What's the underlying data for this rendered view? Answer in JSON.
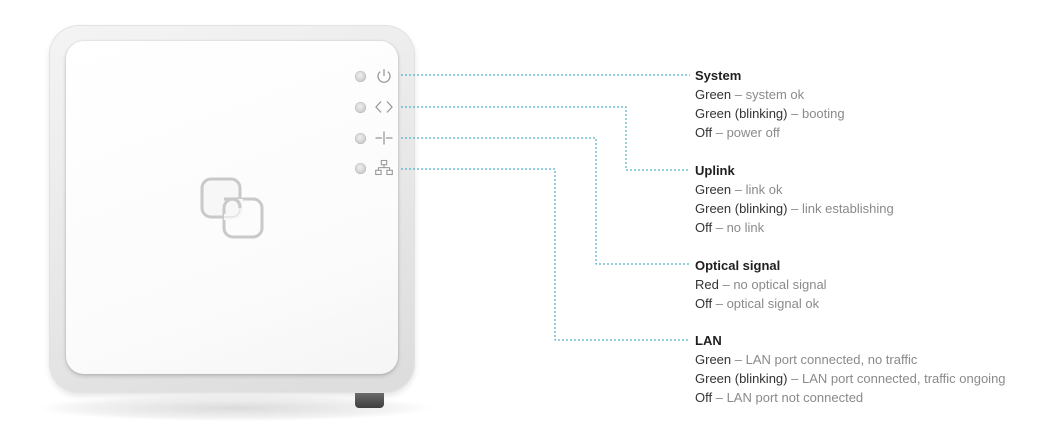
{
  "device": {
    "leds": [
      {
        "id": "system",
        "icon": "power-icon"
      },
      {
        "id": "uplink",
        "icon": "uplink-arrows-icon"
      },
      {
        "id": "optical",
        "icon": "optical-signal-icon"
      },
      {
        "id": "lan",
        "icon": "lan-network-icon"
      }
    ],
    "logo_icon": "linked-squares-logo-icon",
    "colors": {
      "connector": "#2aa0c0",
      "title": "#1f1f1f",
      "state": "#333333",
      "description": "#8a8a8a"
    }
  },
  "legend": {
    "system": {
      "title": "System",
      "lines": [
        {
          "state": "Green",
          "desc": "system ok"
        },
        {
          "state": "Green (blinking)",
          "desc": "booting"
        },
        {
          "state": "Off",
          "desc": "power off"
        }
      ]
    },
    "uplink": {
      "title": "Uplink",
      "lines": [
        {
          "state": "Green",
          "desc": "link ok"
        },
        {
          "state": "Green (blinking)",
          "desc": "link establishing"
        },
        {
          "state": "Off",
          "desc": "no link"
        }
      ]
    },
    "optical": {
      "title": "Optical signal",
      "lines": [
        {
          "state": "Red",
          "desc": "no optical signal"
        },
        {
          "state": "Off",
          "desc": "optical signal ok"
        }
      ]
    },
    "lan": {
      "title": "LAN",
      "lines": [
        {
          "state": "Green",
          "desc": "LAN port connected, no traffic"
        },
        {
          "state": "Green (blinking)",
          "desc": "LAN port connected, traffic ongoing"
        },
        {
          "state": "Off",
          "desc": "LAN port not connected"
        }
      ]
    }
  }
}
